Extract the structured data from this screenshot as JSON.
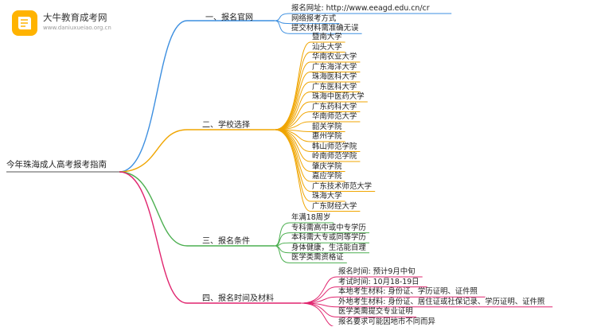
{
  "logo": {
    "title": "大牛教育成考网",
    "url": "www.daniuxueiao.org.cn"
  },
  "root": "今年珠海成人高考报考指南",
  "branches": [
    {
      "label": "一、报名官网",
      "color": "#3d8fe0",
      "leaves": [
        "报名网址: http://www.eeagd.edu.cn/cr",
        "网络报考方式",
        "提交材料需准确无误"
      ]
    },
    {
      "label": "二、学校选择",
      "color": "#f0a500",
      "leaves": [
        "暨南大学",
        "汕头大学",
        "华南农业大学",
        "广东海洋大学",
        "珠海医科大学",
        "广东医科大学",
        "珠海中医药大学",
        "广东药科大学",
        "华南师范大学",
        "韶关学院",
        "惠州学院",
        "韩山师范学院",
        "岭南师范学院",
        "肇庆学院",
        "嘉应学院",
        "广东技术师范大学",
        "珠海大学",
        "广东财经大学"
      ]
    },
    {
      "label": "三、报名条件",
      "color": "#4caf50",
      "leaves": [
        "年满18周岁",
        "专科需高中或中专学历",
        "本科需大专或同等学历",
        "身体健康，生活能自理",
        "医学类需资格证"
      ]
    },
    {
      "label": "四、报名时间及材料",
      "color": "#e0246e",
      "leaves": [
        "报名时间: 预计9月中旬",
        "考试时间: 10月18-19日",
        "本地考生材料: 身份证、学历证明、证件照",
        "外地考生材料: 身份证、居住证或社保记录、学历证明、证件照",
        "医学类需提交专业证明",
        "报名要求可能因地市不同而异"
      ]
    }
  ]
}
